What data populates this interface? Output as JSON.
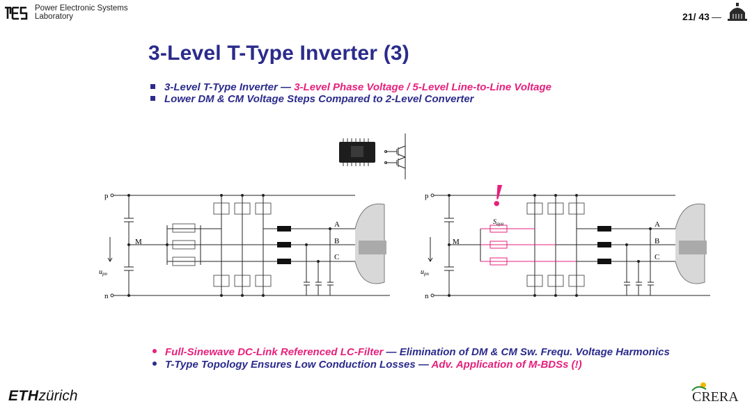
{
  "header": {
    "lab_line1": "Power Electronic Systems",
    "lab_line2": "Laboratory",
    "page": "21/ 43"
  },
  "title": "3-Level T-Type Inverter (3)",
  "bullets": [
    {
      "part1": "3-Level T-Type Inverter  — ",
      "part2": "3-Level Phase Voltage / 5-Level Line-to-Line Voltage"
    },
    {
      "part1": "Lower DM & CM Voltage Steps Compared to 2-Level Converter",
      "part2": ""
    }
  ],
  "diagram": {
    "rail_p": "p",
    "rail_n": "n",
    "midpoint": "M",
    "phases": [
      "A",
      "B",
      "C"
    ],
    "voltage_label": "u",
    "voltage_sub": "pn",
    "switch_label": "S",
    "switch_sub": "aya",
    "warning": "!"
  },
  "bottom_bullets": [
    {
      "part1": "Full-Sinewave DC-Link Referenced LC-Filter",
      "part2": " — Elimination of DM & CM Sw. Frequ. Voltage Harmonics"
    },
    {
      "part1": "T-Type Topology Ensures Low Conduction Losses — ",
      "part2": "Adv. Application of  M-BDSs (!)"
    }
  ],
  "footer": {
    "eth_bold": "ETH",
    "eth_text": "zürich",
    "crera": "CRERA"
  }
}
